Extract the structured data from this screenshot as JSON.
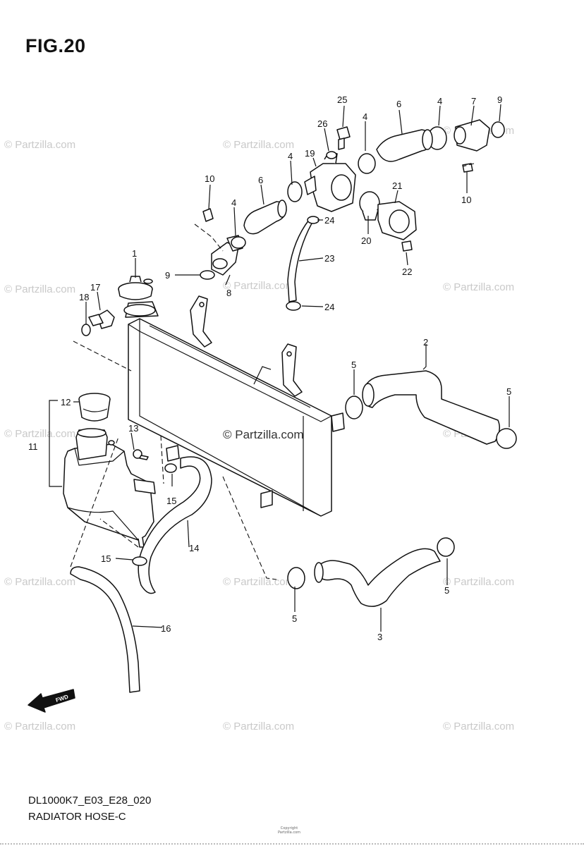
{
  "figure": {
    "title": "FIG.20",
    "model_code": "DL1000K7_E03_E28_020",
    "diagram_name": "RADIATOR HOSE-C",
    "copyright_line1": "Copyright",
    "copyright_line2": "Partzilla.com",
    "fwd_label": "FWD"
  },
  "watermark": {
    "text": "© Partzilla.com",
    "center_text": "© Partzilla.com"
  },
  "callouts": [
    {
      "id": "c-1",
      "text": "1"
    },
    {
      "id": "c-2",
      "text": "2"
    },
    {
      "id": "c-3",
      "text": "3"
    },
    {
      "id": "c-4a",
      "text": "4"
    },
    {
      "id": "c-4b",
      "text": "4"
    },
    {
      "id": "c-4c",
      "text": "4"
    },
    {
      "id": "c-4d",
      "text": "4"
    },
    {
      "id": "c-5a",
      "text": "5"
    },
    {
      "id": "c-5b",
      "text": "5"
    },
    {
      "id": "c-5c",
      "text": "5"
    },
    {
      "id": "c-5d",
      "text": "5"
    },
    {
      "id": "c-6a",
      "text": "6"
    },
    {
      "id": "c-6b",
      "text": "6"
    },
    {
      "id": "c-7",
      "text": "7"
    },
    {
      "id": "c-8",
      "text": "8"
    },
    {
      "id": "c-9a",
      "text": "9"
    },
    {
      "id": "c-9b",
      "text": "9"
    },
    {
      "id": "c-10a",
      "text": "10"
    },
    {
      "id": "c-10b",
      "text": "10"
    },
    {
      "id": "c-11",
      "text": "11"
    },
    {
      "id": "c-12",
      "text": "12"
    },
    {
      "id": "c-13",
      "text": "13"
    },
    {
      "id": "c-14",
      "text": "14"
    },
    {
      "id": "c-15a",
      "text": "15"
    },
    {
      "id": "c-15b",
      "text": "15"
    },
    {
      "id": "c-16",
      "text": "16"
    },
    {
      "id": "c-17",
      "text": "17"
    },
    {
      "id": "c-18",
      "text": "18"
    },
    {
      "id": "c-19",
      "text": "19"
    },
    {
      "id": "c-20",
      "text": "20"
    },
    {
      "id": "c-21",
      "text": "21"
    },
    {
      "id": "c-22",
      "text": "22"
    },
    {
      "id": "c-23",
      "text": "23"
    },
    {
      "id": "c-24a",
      "text": "24"
    },
    {
      "id": "c-24b",
      "text": "24"
    },
    {
      "id": "c-25",
      "text": "25"
    },
    {
      "id": "c-26",
      "text": "26"
    }
  ]
}
